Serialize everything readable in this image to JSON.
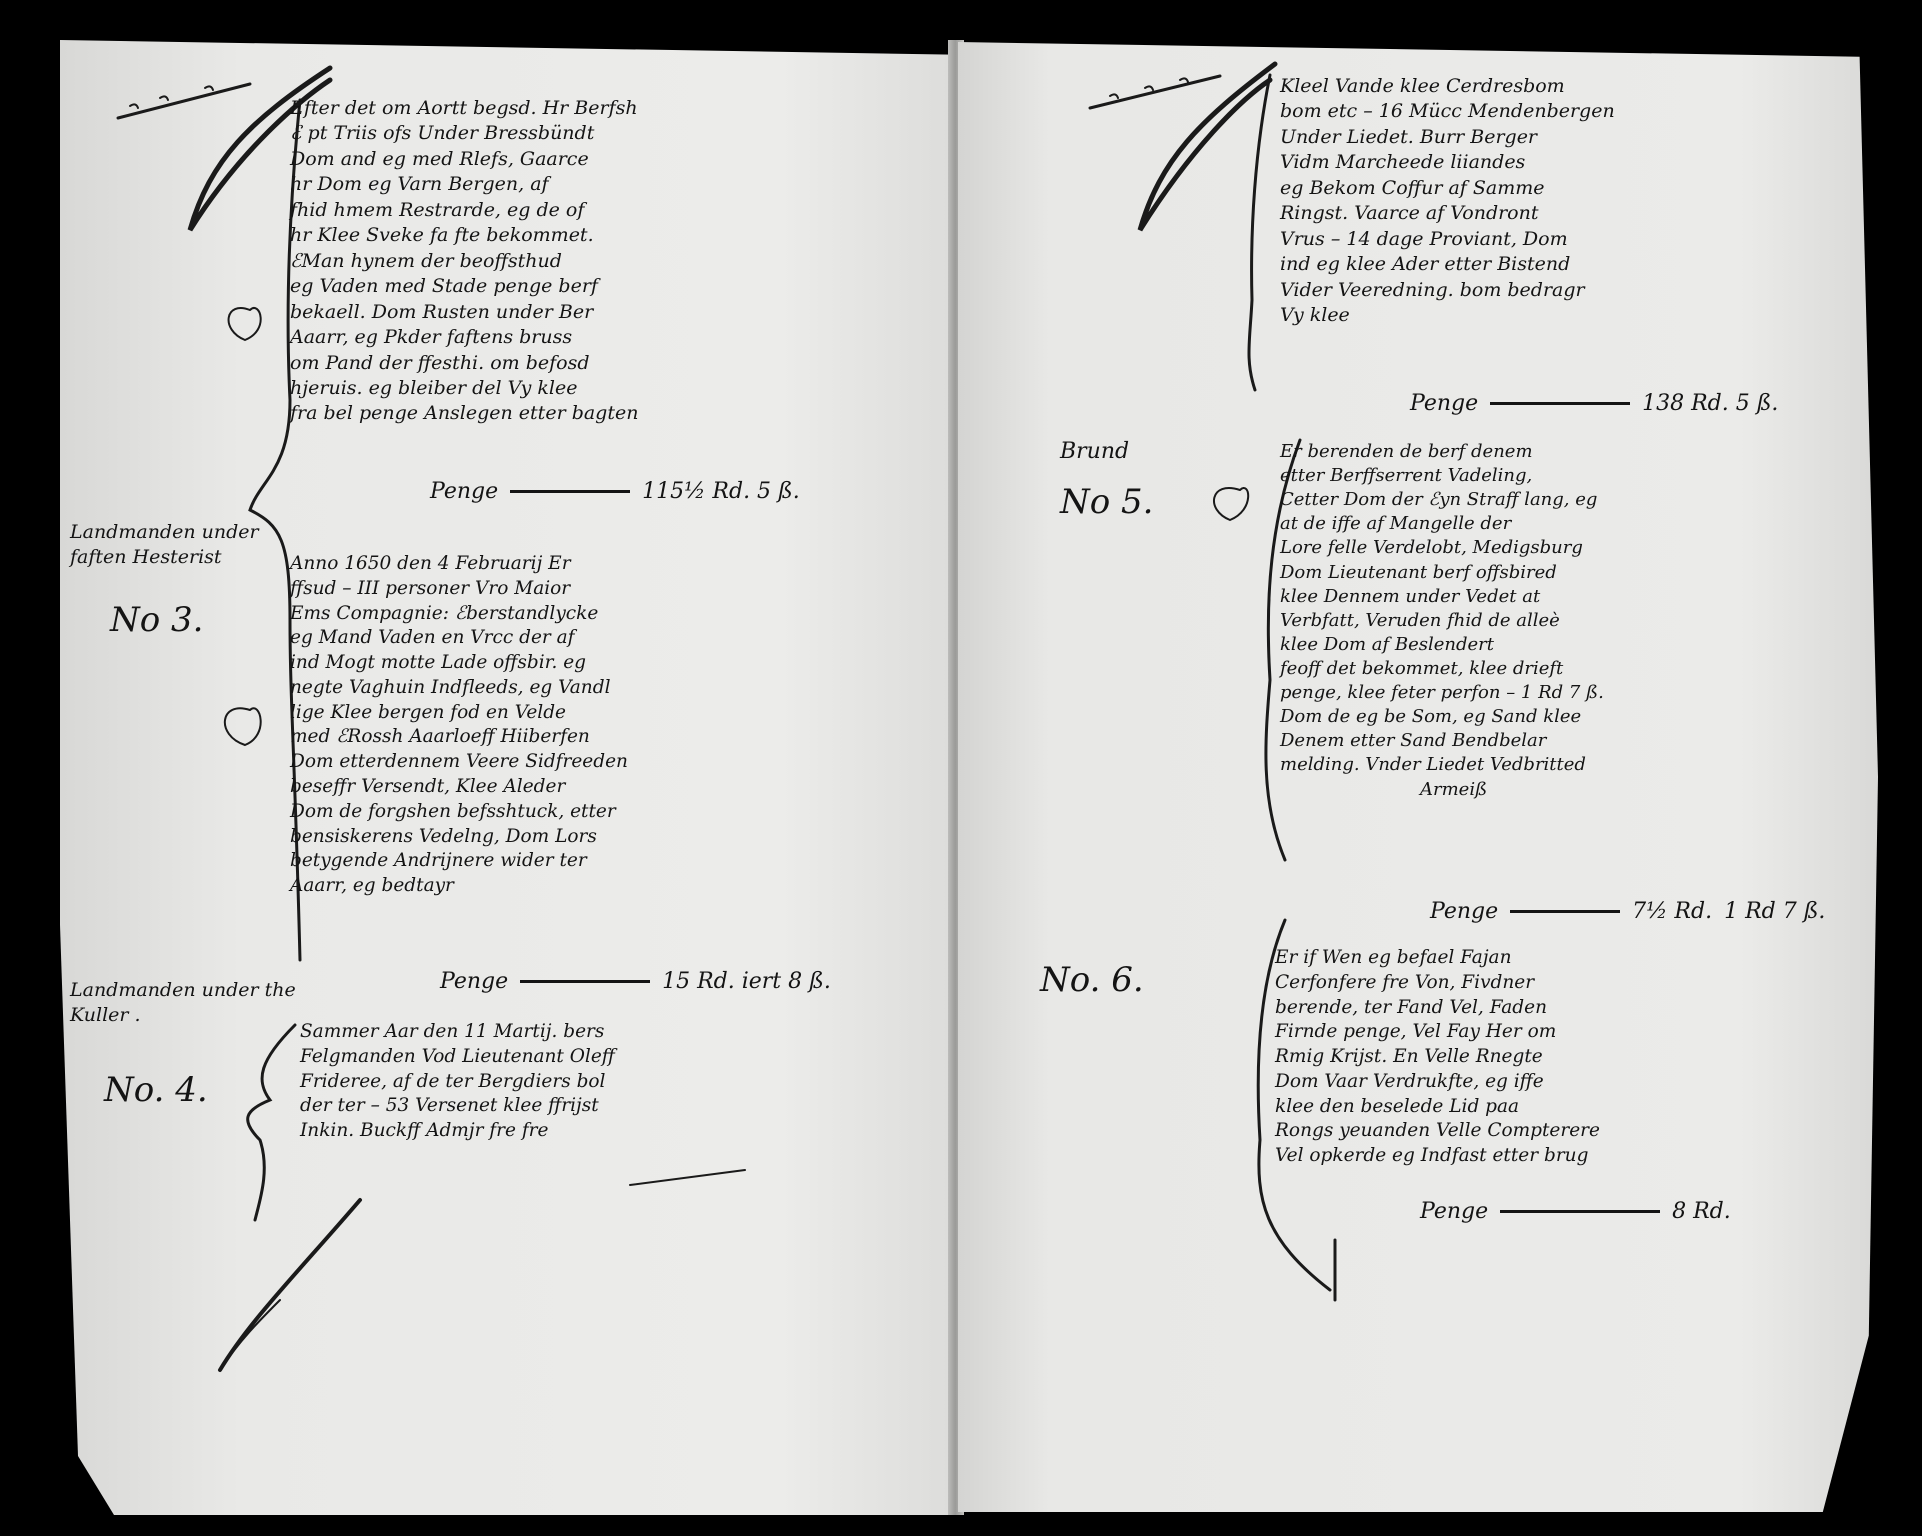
{
  "left_page": {
    "entry_1": {
      "lines": [
        "Efter det om Aortt begsd. Hr Berfsh",
        "ℰ pt Triis ofs Under Bressbündt",
        "Dom and eg med Rlefs, Gaarce",
        "hr Dom eg Varn Bergen, af",
        "fhid hmem Restrarde, eg de of",
        "hr Klee Sveke fa fte bekommet.",
        "ℰMan hynem der beoffsthud",
        "eg Vaden med Stade penge berf",
        "bekaell. Dom Rusten under Ber",
        "Aaarr, eg Pkder faftens bruss",
        "om Pand der ffesthi. om befosd",
        "hjeruis. eg bleiber del Vy klee",
        "fra bel penge Anslegen etter bagten"
      ],
      "amount": "115½ Rd. 5 ß."
    },
    "margin_3": [
      "Landmanden under",
      "faften Hesterist"
    ],
    "no_3": "No 3.",
    "entry_3": {
      "lines": [
        "Anno 1650 den 4 Februarij Er",
        "ffsud – III personer Vro Maior",
        "Ems Compagnie: ℰberstandlycke",
        "eg Mand Vaden en Vrcc der af",
        "ind Mogt motte Lade offsbir. eg",
        "negte Vaghuin Indfleeds, eg Vandl",
        "lige Klee bergen fod en Velde",
        "med ℰRossh Aaarloeff Hiiberfen",
        "Dom etterdennem Veere Sidfreeden",
        "beseffr Versendt, Klee Aleder",
        "Dom de forgshen befsshtuck, etter",
        "bensiskerens Vedelng, Dom Lors",
        "betygende Andrijnere wider ter",
        "Aaarr, eg bedtayr"
      ],
      "amount": "15 Rd. iert 8 ß."
    },
    "margin_4": [
      "Landmanden under the",
      "Kuller ."
    ],
    "no_4": "No. 4.",
    "entry_4": {
      "lines": [
        "Sammer Aar den 11 Martij. bers",
        "Felgmanden Vod Lieutenant Oleff",
        "Frideree, af de ter Bergdiers bol",
        "der ter – 53 Versenet klee ffrijst",
        "Inkin. Buckff Admjr fre fre"
      ]
    }
  },
  "right_page": {
    "entry_2": {
      "lines": [
        "Kleel Vande klee Cerdresbom",
        "bom etc – 16 Mücc Mendenbergen",
        "Under Liedet. Burr Berger",
        "Vidm Marcheede liiandes",
        "eg Bekom Coffur af Samme",
        "Ringst. Vaarce af Vondront",
        "Vrus – 14 dage Proviant, Dom",
        "ind eg klee Ader etter Bistend",
        "Vider Veeredning. bom bedragr",
        "Vy klee"
      ],
      "amount": "138 Rd. 5 ß."
    },
    "margin_5": [
      "Brund"
    ],
    "no_5": "No 5.",
    "entry_5": {
      "lines": [
        "Er berenden de berf denem",
        "etter Berffserrent Vadeling,",
        "Cetter Dom der ℰyn Straff lang, eg",
        "at de iffe af Mangelle der",
        "Lore felle Verdelobt, Medigsburg",
        "Dom Lieutenant berf offsbired",
        "klee Dennem under Vedet at",
        "Verbfatt, Veruden fhid de alleè",
        "klee Dom af Beslendert",
        "feoff det bekommet, klee drieft",
        "penge, klee feter perfon – 1 Rd 7 ß.",
        "Dom de eg be Som, eg Sand klee",
        "Denem etter Sand Bendbelar",
        "melding. Vnder Liedet Vedbritted",
        "Armeiß"
      ],
      "amount_prefix": "7½ Rd.",
      "amount": "1 Rd 7 ß."
    },
    "no_6": "No. 6.",
    "entry_6": {
      "lines": [
        "Er if Wen eg befael Fajan",
        "Cerfonfere fre Von, Fivdner",
        "berende, ter Fand Vel, Faden",
        "Firnde penge, Vel Fay Her om",
        "Rmig Krijst. En Velle Rnegte",
        "Dom Vaar Verdrukfte, eg iffe",
        "klee den beselede Lid paa",
        "Rongs yeuanden Velle Compterere",
        "Vel opkerde eg Indfast etter brug"
      ],
      "amount": "8 Rd."
    },
    "amount_word": "Penge"
  }
}
